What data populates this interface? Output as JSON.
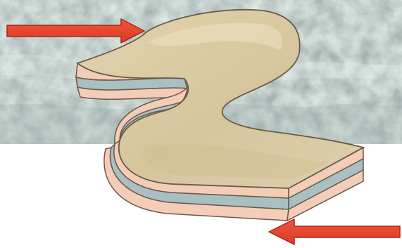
{
  "figure": {
    "subject": "shear-fold-block",
    "background_texture": "rock-outcrop-photo",
    "arrows": [
      {
        "name": "top-shear-arrow",
        "direction": "right"
      },
      {
        "name": "bottom-shear-arrow",
        "direction": "left"
      }
    ],
    "layers": [
      {
        "name": "upper-pink-layer",
        "color": "#f3cdb7"
      },
      {
        "name": "blue-grey-layer",
        "color": "#a9bfc1"
      },
      {
        "name": "lower-pink-layer",
        "color": "#f3cdb7"
      }
    ],
    "colors": {
      "arrow_red": "#e5452d",
      "arrow_edge": "#a8241a",
      "top_surface": "#d8c8a2",
      "rock_base": "#b9cac4",
      "outline": "#6b5a4a"
    }
  }
}
